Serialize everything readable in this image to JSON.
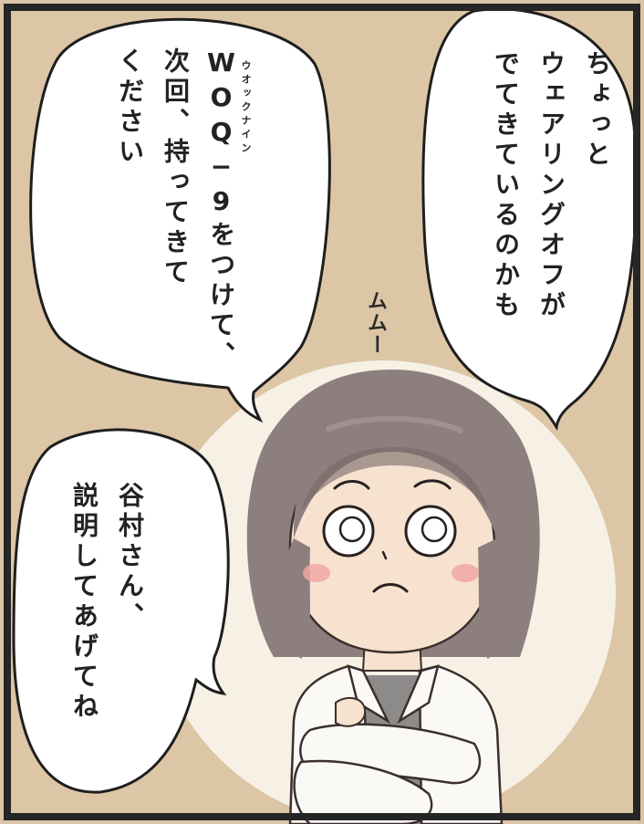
{
  "panel": {
    "colors": {
      "background": "#dcc6a6",
      "border": "#262626",
      "bubble_fill": "#ffffff",
      "glow": "#f8f2e8",
      "hair": "#8d7f7d",
      "hair_shadow": "#746765",
      "hair_highlight": "#a6999a",
      "skin": "#f6e2cf",
      "cheek": "#f0a7a2",
      "lab_coat": "#fbf9f5",
      "shirt": "#8d8a8a"
    }
  },
  "bubbles": {
    "top_right": {
      "lines": [
        "ちょっと",
        "ウェアリングオフが",
        "でてきているのかも"
      ]
    },
    "top_left": {
      "ruby": "ウオックナイン",
      "lines": [
        "WOQ−9をつけて、",
        "次回、持ってきて",
        "ください"
      ]
    },
    "bottom_left": {
      "lines": [
        "谷村さん、",
        "説明してあげてね"
      ]
    }
  },
  "sound_effect": {
    "text": "ムムー"
  }
}
